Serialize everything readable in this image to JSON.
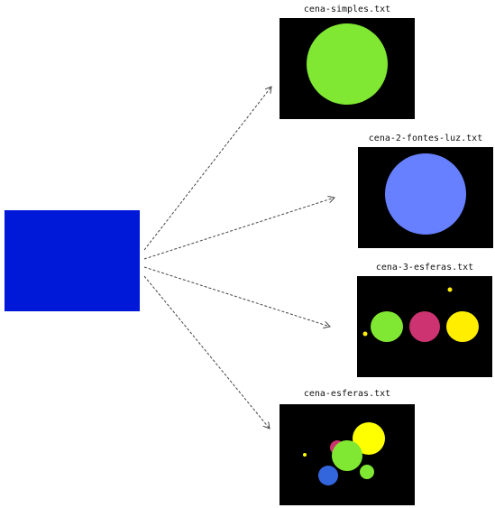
{
  "colors": {
    "source_box": "#0018d8",
    "arrow": "#444444",
    "render_background": "#000000"
  },
  "source": {
    "icon": "blue-rectangle"
  },
  "scenes": [
    {
      "file": "cena-simples.txt",
      "spheres": [
        {
          "color": "#80e832"
        }
      ]
    },
    {
      "file": "cena-2-fontes-luz.txt",
      "spheres": [
        {
          "color": "#6680ff"
        }
      ]
    },
    {
      "file": "cena-3-esferas.txt",
      "spheres": [
        {
          "color": "#80e832"
        },
        {
          "color": "#cc3370"
        },
        {
          "color": "#ffee00"
        },
        {
          "color": "#ffee00"
        },
        {
          "color": "#ffee00"
        }
      ]
    },
    {
      "file": "cena-esferas.txt",
      "spheres": [
        {
          "color": "#cc3370"
        },
        {
          "color": "#ffff00"
        },
        {
          "color": "#80e832"
        },
        {
          "color": "#80e832"
        },
        {
          "color": "#3366dd"
        },
        {
          "color": "#ffff00"
        }
      ]
    }
  ]
}
